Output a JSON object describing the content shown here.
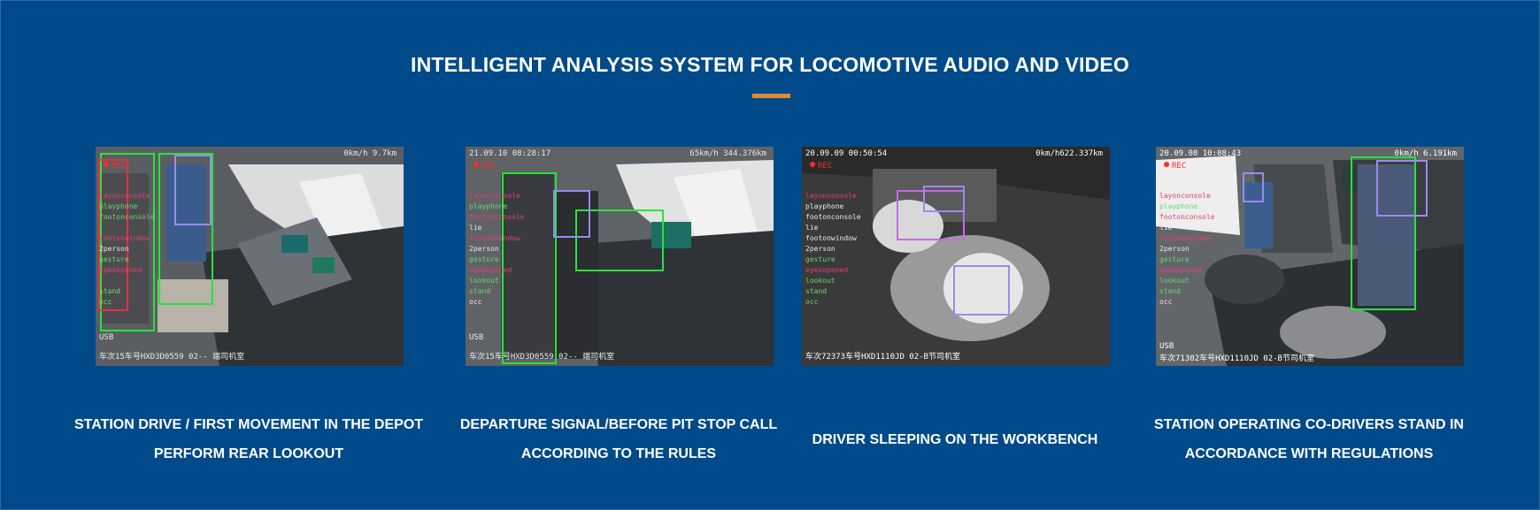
{
  "title": "INTELLIGENT ANALYSIS SYSTEM FOR LOCOMOTIVE AUDIO AND VIDEO",
  "colors": {
    "background": "#004a8a",
    "accent": "#e08b32",
    "text": "#ffffff"
  },
  "cards": [
    {
      "caption": "STATION DRIVE / FIRST MOVEMENT IN THE DEPOT PERFORM REAR LOOKOUT",
      "overlay": {
        "top_right": "0km/h 9.7km",
        "rec": "REC",
        "usb": "USB",
        "bottom": "车次15车号HXD3D0559    02-- 端司机室"
      }
    },
    {
      "caption": "DEPARTURE SIGNAL/BEFORE PIT STOP CALL ACCORDING TO THE RULES",
      "overlay": {
        "top_left": "21.09.10  08:28:17",
        "top_right": "65km/h  344.376km",
        "rec": "REC",
        "usb": "USB",
        "bottom": "车次15车号HXD3D0559   02-- 端司机室"
      }
    },
    {
      "caption": "DRIVER SLEEPING ON THE WORKBENCH",
      "overlay": {
        "top_left": "20.09.09 00:50:54",
        "top_right": "0km/h622.337km",
        "rec": "REC",
        "bottom": "车次72373车号HXD1110JD    02-B节司机室"
      }
    },
    {
      "caption": "STATION OPERATING CO-DRIVERS STAND IN ACCORDANCE WITH REGULATIONS",
      "overlay": {
        "top_left": "20.09.08 10:08:43",
        "top_right": "0km/h 6.191km",
        "rec": "REC",
        "usb": "USB",
        "bottom": "车次71302车号HXD1110JD    02-B节司机室"
      }
    }
  ]
}
